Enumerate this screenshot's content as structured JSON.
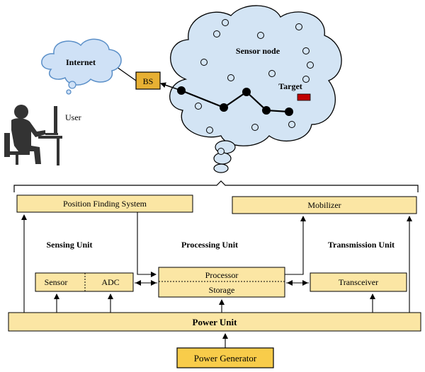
{
  "network": {
    "cloud_label": "Sensor node",
    "target_label": "Target",
    "bs_label": "BS",
    "internet_label": "Internet",
    "user_label": "User"
  },
  "blocks": {
    "position_finding": "Position Finding System",
    "mobilizer": "Mobilizer",
    "sensing_unit": "Sensing Unit",
    "processing_unit": "Processing Unit",
    "transmission_unit": "Transmission Unit",
    "sensor": "Sensor",
    "adc": "ADC",
    "processor": "Processor",
    "storage": "Storage",
    "transceiver": "Transceiver",
    "power_unit": "Power Unit",
    "power_generator": "Power Generator"
  },
  "colors": {
    "cloud_fill": "#D3E4F4",
    "block_fill": "#FBE6A4",
    "power_generator_fill": "#F8CC4A",
    "bs_fill": "#E7B033",
    "target_fill": "#C00000",
    "internet_fill": "#CFE1F6"
  }
}
